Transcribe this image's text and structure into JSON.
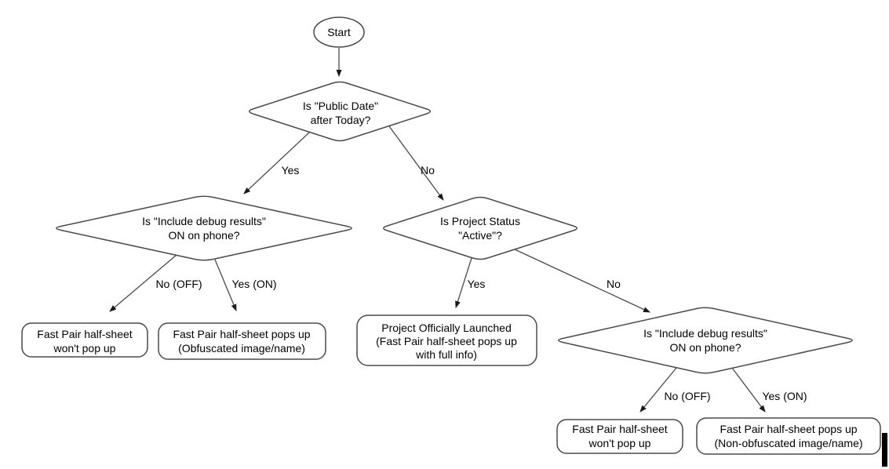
{
  "flowchart": {
    "start": {
      "label": "Start"
    },
    "decision_public_date": {
      "line1": "Is \"Public Date\"",
      "line2": "after Today?"
    },
    "edge_public_date_yes": "Yes",
    "edge_public_date_no": "No",
    "decision_debug_left": {
      "line1": "Is \"Include debug results\"",
      "line2": "ON on phone?"
    },
    "edge_debug_left_no": "No (OFF)",
    "edge_debug_left_yes": "Yes (ON)",
    "outcome_wont_popup_left": {
      "line1": "Fast Pair half-sheet",
      "line2": "won't pop up"
    },
    "outcome_obfuscated": {
      "line1": "Fast Pair half-sheet pops up",
      "line2": "(Obfuscated image/name)"
    },
    "decision_project_status": {
      "line1": "Is Project Status",
      "line2": "\"Active\"?"
    },
    "edge_project_status_yes": "Yes",
    "edge_project_status_no": "No",
    "outcome_launched": {
      "line1": "Project Officially Launched",
      "line2": "(Fast Pair half-sheet pops up",
      "line3": "with full info)"
    },
    "decision_debug_right": {
      "line1": "Is \"Include debug results\"",
      "line2": "ON on phone?"
    },
    "edge_debug_right_no": "No (OFF)",
    "edge_debug_right_yes": "Yes (ON)",
    "outcome_wont_popup_right": {
      "line1": "Fast Pair half-sheet",
      "line2": "won't pop up"
    },
    "outcome_non_obfuscated": {
      "line1": "Fast Pair half-sheet pops up",
      "line2": "(Non-obfuscated image/name)"
    },
    "colors": {
      "stroke": "#4a4a4a",
      "text": "#000000",
      "arrow": "#1a1a1a",
      "background": "#ffffff"
    }
  }
}
